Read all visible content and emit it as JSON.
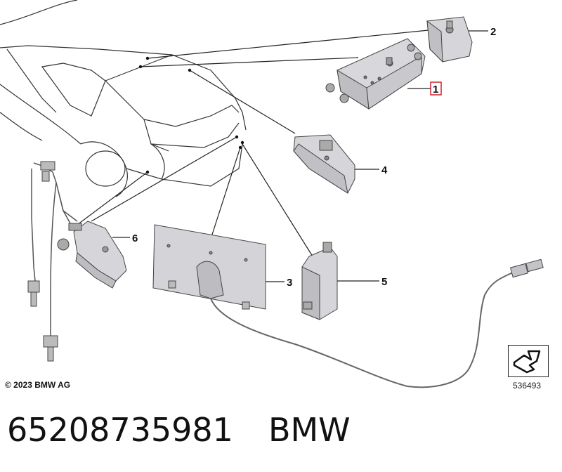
{
  "callouts": {
    "c1": "1",
    "c2": "2",
    "c3": "3",
    "c4": "4",
    "c5": "5",
    "c6": "6"
  },
  "footer": {
    "copyright": "© 2023 BMW AG",
    "reference_number": "536493"
  },
  "caption": {
    "part_number": "65208735981",
    "brand": "BMW"
  },
  "colors": {
    "highlight_box": "#d0202a",
    "part_fill": "#d8d8dc",
    "line": "#222222"
  }
}
